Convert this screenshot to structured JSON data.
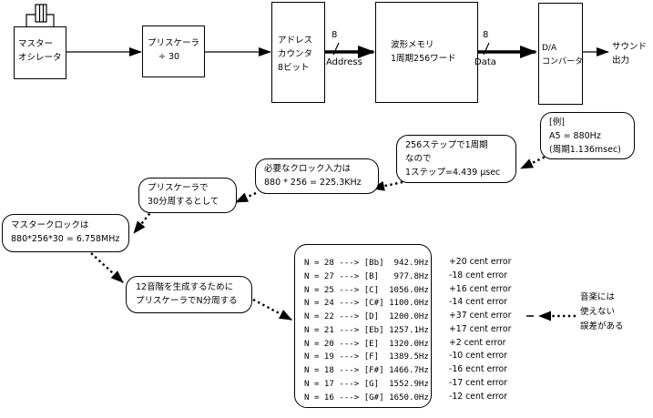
{
  "blocks": {
    "master_oscillator": {
      "line1": "マスター",
      "line2": "オシレータ"
    },
    "prescaler": {
      "line1": "プリスケーラ",
      "line2": "÷ 30"
    },
    "address_counter": {
      "line1": "アドレス",
      "line2": "カウンタ",
      "line3": "8ビット"
    },
    "waveform_memory": {
      "line1": "波形メモリ",
      "line2": "1周期256ワード"
    },
    "da_converter": {
      "line1": "D/A",
      "line2": "コンバータ"
    },
    "sound_output": {
      "line1": "サウンド",
      "line2": "出力"
    }
  },
  "buses": {
    "address": {
      "width_label": "8",
      "name_label": "Address"
    },
    "data": {
      "width_label": "8",
      "name_label": "Data"
    }
  },
  "notes": {
    "example": {
      "line1": "[例]",
      "line2": "A5 = 880Hz",
      "line3": "(周期1.136msec)"
    },
    "step": {
      "line1": "256ステップで1周期",
      "line2": "なので",
      "line3": "1ステップ=4.439 μsec"
    },
    "clock_input": {
      "line1": "必要なクロック入力は",
      "line2": "880 * 256 = 225.3KHz"
    },
    "prescaler_div": {
      "line1": "プリスケーラで",
      "line2": "30分周するとして"
    },
    "master_clock": {
      "line1": "マスタークロックは",
      "line2": "880*256*30 = 6.758MHz"
    },
    "twelve_tone": {
      "line1": "12音階を生成するために",
      "line2": "プリスケーラでN分周する"
    },
    "music_warning": {
      "line1": "音楽には",
      "line2": "使えない",
      "line3": "誤差がある"
    }
  },
  "freq_table": {
    "rows": [
      {
        "n": 28,
        "note": "[Bb]",
        "freq_hz": 942.9,
        "label": "N = 28 ---> [Bb]  942.9Hz",
        "error": "+20 cent error"
      },
      {
        "n": 27,
        "note": "[B]",
        "freq_hz": 977.8,
        "label": "N = 27 ---> [B]   977.8Hz",
        "error": "-18 cent error"
      },
      {
        "n": 25,
        "note": "[C]",
        "freq_hz": 1056.0,
        "label": "N = 25 ---> [C]  1056.0Hz",
        "error": "+16 cent error"
      },
      {
        "n": 24,
        "note": "[C#]",
        "freq_hz": 1100.0,
        "label": "N = 24 ---> [C#] 1100.0Hz",
        "error": "-14 cent error"
      },
      {
        "n": 22,
        "note": "[D]",
        "freq_hz": 1200.0,
        "label": "N = 22 ---> [D]  1200.0Hz",
        "error": "+37 cent error"
      },
      {
        "n": 21,
        "note": "[Eb]",
        "freq_hz": 1257.1,
        "label": "N = 21 ---> [Eb] 1257.1Hz",
        "error": "+17 cent error"
      },
      {
        "n": 20,
        "note": "[E]",
        "freq_hz": 1320.0,
        "label": "N = 20 ---> [E]  1320.0Hz",
        "error": "+2 cent error"
      },
      {
        "n": 19,
        "note": "[F]",
        "freq_hz": 1389.5,
        "label": "N = 19 ---> [F]  1389.5Hz",
        "error": "-10 cent error"
      },
      {
        "n": 18,
        "note": "[F#]",
        "freq_hz": 1466.7,
        "label": "N = 18 ---> [F#] 1466.7Hz",
        "error": "-16 ecnt error"
      },
      {
        "n": 17,
        "note": "[G]",
        "freq_hz": 1552.9,
        "label": "N = 17 ---> [G]  1552.9Hz",
        "error": "-17 cent error"
      },
      {
        "n": 16,
        "note": "[G#]",
        "freq_hz": 1650.0,
        "label": "N = 16 ---> [G#] 1650.0Hz",
        "error": "-12 cent error"
      }
    ]
  },
  "colors": {
    "ink": "#000000",
    "background": "#ffffff"
  }
}
